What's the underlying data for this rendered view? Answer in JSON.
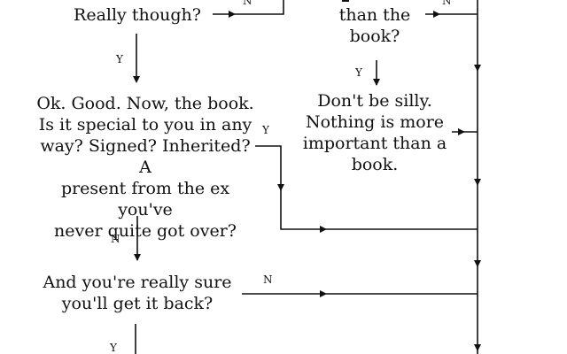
{
  "nodes": {
    "really_though": "Really though?",
    "more_important_than_book": "than the\nbook?",
    "dont_be_silly": "Don't be silly.\nNothing is more\nimportant than a\nbook.",
    "book_special": "Ok. Good. Now, the book.\nIs it special to you in any\nway? Signed? Inherited? A\npresent from the ex you've\nnever quite got over?",
    "really_sure": "And you're really sure\nyou'll get it back?"
  },
  "edge_labels": {
    "really_though_no": "N",
    "more_important_no": "N",
    "really_though_yes": "Y",
    "more_important_yes": "Y",
    "book_special_yes": "Y",
    "book_special_no": "N",
    "really_sure_no": "N",
    "really_sure_yes": "Y"
  },
  "colors": {
    "stroke": "#111111",
    "background": "#ffffff"
  }
}
